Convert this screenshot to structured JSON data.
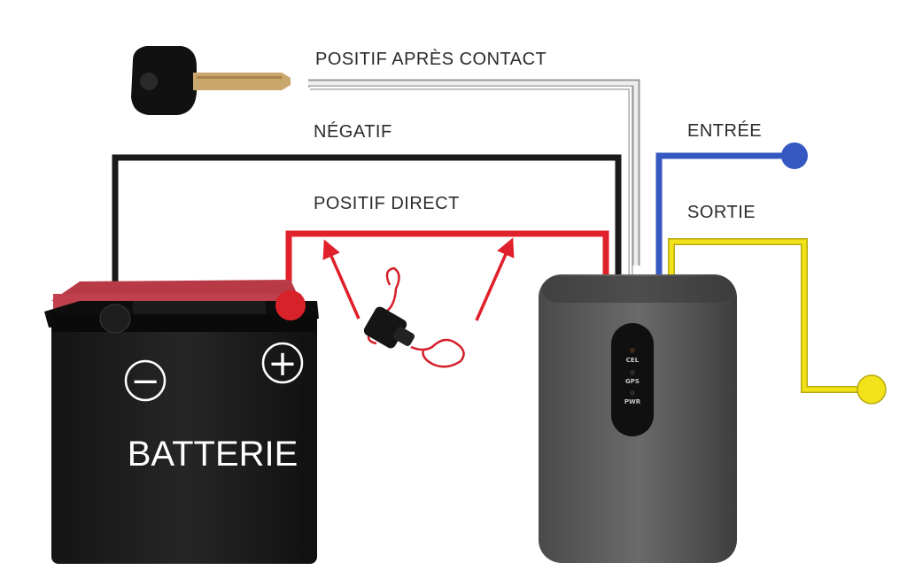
{
  "labels": {
    "positif_apres_contact": "POSITIF APRÈS CONTACT",
    "negatif": "NÉGATIF",
    "positif_direct": "POSITIF DIRECT",
    "entree": "ENTRÉE",
    "sortie": "SORTIE"
  },
  "battery": {
    "text": "BATTERIE",
    "minus_symbol": "−",
    "plus_symbol": "+"
  },
  "tracker": {
    "leds": [
      "CEL",
      "GPS",
      "PWR"
    ]
  },
  "colors": {
    "wire_positive_direct": "#e0202a",
    "wire_negative": "#1a1a1a",
    "wire_ignition": "#d8d8d8",
    "wire_input": "#3658c2",
    "wire_output": "#f2e21a",
    "arrow": "#e0202a"
  }
}
